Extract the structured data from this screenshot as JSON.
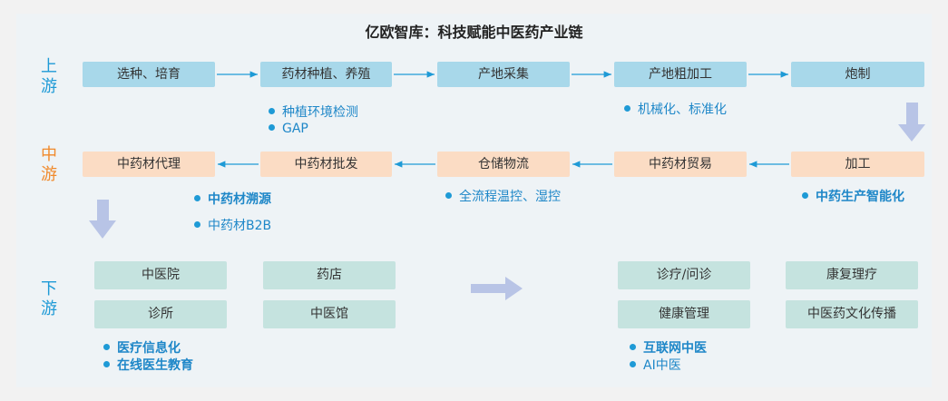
{
  "title": "亿欧智库：科技赋能中医药产业链",
  "stages": {
    "up": [
      "上",
      "游"
    ],
    "mid": [
      "中",
      "游"
    ],
    "down": [
      "下",
      "游"
    ]
  },
  "upstream": {
    "boxes": [
      "选种、培育",
      "药材种植、养殖",
      "产地采集",
      "产地粗加工",
      "炮制"
    ],
    "notes_planting": [
      "种植环境检测",
      "GAP"
    ],
    "notes_processing": [
      "机械化、标准化"
    ]
  },
  "midstream": {
    "boxes": [
      "中药材代理",
      "中药材批发",
      "仓储物流",
      "中药材贸易",
      "加工"
    ],
    "notes_agent": [
      "中药材溯源",
      "中药材B2B"
    ],
    "notes_logistics": [
      "全流程温控、湿控"
    ],
    "notes_processing": [
      "中药生产智能化"
    ]
  },
  "downstream": {
    "left_boxes": [
      "中医院",
      "药店",
      "诊所",
      "中医馆"
    ],
    "right_boxes": [
      "诊疗/问诊",
      "康复理疗",
      "健康管理",
      "中医药文化传播"
    ],
    "left_notes": [
      "医疗信息化",
      "在线医生教育"
    ],
    "right_notes": [
      "互联网中医",
      "AI中医"
    ]
  },
  "colors": {
    "upstream_box": "#a8d8ea",
    "midstream_box": "#fbdcc4",
    "downstream_box": "#c5e3df",
    "arrow": "#1e9ad6",
    "big_arrow": "#b8c4e6",
    "stage_up": "#1e9ad6",
    "stage_mid": "#f08a2c"
  }
}
